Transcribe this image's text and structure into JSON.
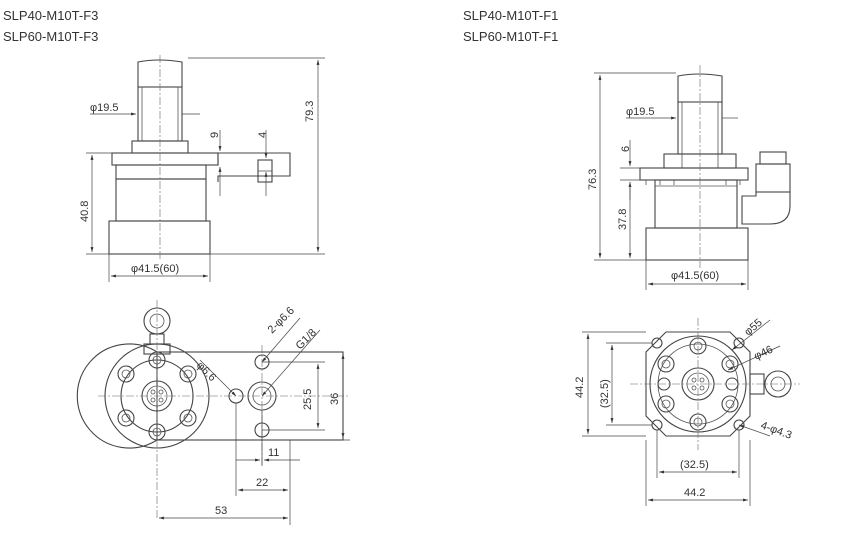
{
  "titles": {
    "left": [
      "SLP40-M10T-F3",
      "SLP60-M10T-F3"
    ],
    "right": [
      "SLP40-M10T-F1",
      "SLP60-M10T-F1"
    ]
  },
  "dims": {
    "left_side": {
      "d_small": "φ19.5",
      "h_total": "79.3",
      "h_body": "40.8",
      "d_body": "φ41.5(60)",
      "t9": "9",
      "t4": "4"
    },
    "left_top": {
      "holes": "2-φ6.6",
      "port": "G1/8",
      "d66": "φ6.6",
      "v255": "25.5",
      "v36": "36",
      "h11": "11",
      "h22": "22",
      "h53": "53"
    },
    "right_side": {
      "d_small": "φ19.5",
      "h_total": "76.3",
      "h6": "6",
      "h_body": "37.8",
      "d_body": "φ41.5(60)"
    },
    "right_top": {
      "d55": "φ55",
      "d46": "φ46",
      "v442": "44.2",
      "v325": "(32.5)",
      "holes": "4-φ4.3",
      "h325": "(32.5)",
      "h442": "44.2"
    }
  }
}
